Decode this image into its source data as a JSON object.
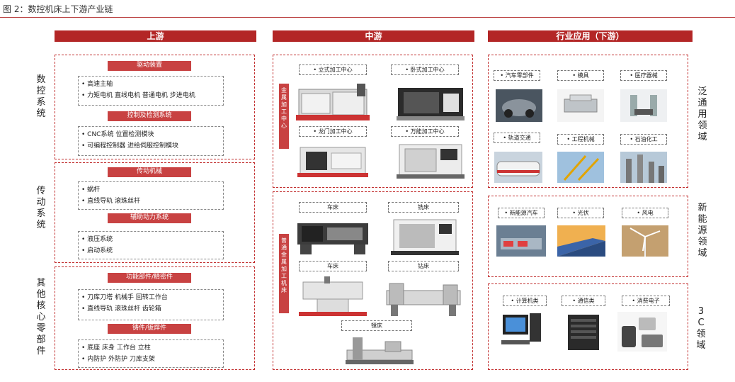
{
  "figure_title": "图 2：数控机床上下游产业链",
  "columns": {
    "upstream": "上游",
    "midstream": "中游",
    "downstream": "行业应用（下游）"
  },
  "upstream": {
    "cnc_system": {
      "label": "数控系统",
      "drive": {
        "title": "驱动装置",
        "lines": [
          "• 高速主轴",
          "• 力矩电机 直线电机 普通电机 步进电机"
        ]
      },
      "control": {
        "title": "控制及检测系统",
        "lines": [
          "• CNC系统 位置检测模块",
          "• 可编程控制器 进给伺服控制模块"
        ]
      }
    },
    "transmission": {
      "label": "传动系统",
      "mech": {
        "title": "传动机械",
        "lines": [
          "• 蜗杆",
          "• 直线导轨 滚珠丝杆"
        ]
      },
      "aux": {
        "title": "辅助动力系统",
        "lines": [
          "• 液压系统",
          "• 启动系统"
        ]
      }
    },
    "other": {
      "label": "其他核心零部件",
      "func": {
        "title": "功能部件/精密件",
        "lines": [
          "• 刀库刀塔 机械手 回转工作台",
          "• 直线导轨 滚珠丝杆 齿轮箱"
        ]
      },
      "cast": {
        "title": "铸件/钣焊件",
        "lines": [
          "• 底座 床身 工作台 立柱",
          "• 内防护 外防护 刀库支架"
        ]
      }
    }
  },
  "midstream": {
    "metal_center": {
      "bar": "金属加工中心",
      "tags": [
        "• 立式加工中心",
        "• 卧式加工中心",
        "• 龙门加工中心",
        "• 万能加工中心"
      ]
    },
    "ordinary": {
      "bar": "普通金属加工机床",
      "tags": [
        "车床",
        "铣床",
        "车床",
        "钻床",
        "镗床"
      ]
    }
  },
  "downstream": {
    "general": {
      "label": "泛通用领域",
      "tags": [
        "• 汽车零部件",
        "• 模具",
        "• 医疗器械",
        "• 轨道交通",
        "• 工程机械",
        "• 石油化工"
      ]
    },
    "new_energy": {
      "label": "新能源领域",
      "tags": [
        "• 新能源汽车",
        "• 光伏",
        "• 风电"
      ]
    },
    "three_c": {
      "label": "3C领域",
      "tags": [
        "• 计算机类",
        "• 通信类",
        "• 消费电子"
      ]
    }
  },
  "colors": {
    "accent": "#b32626",
    "button": "#c84242",
    "dash": "#c23030"
  }
}
